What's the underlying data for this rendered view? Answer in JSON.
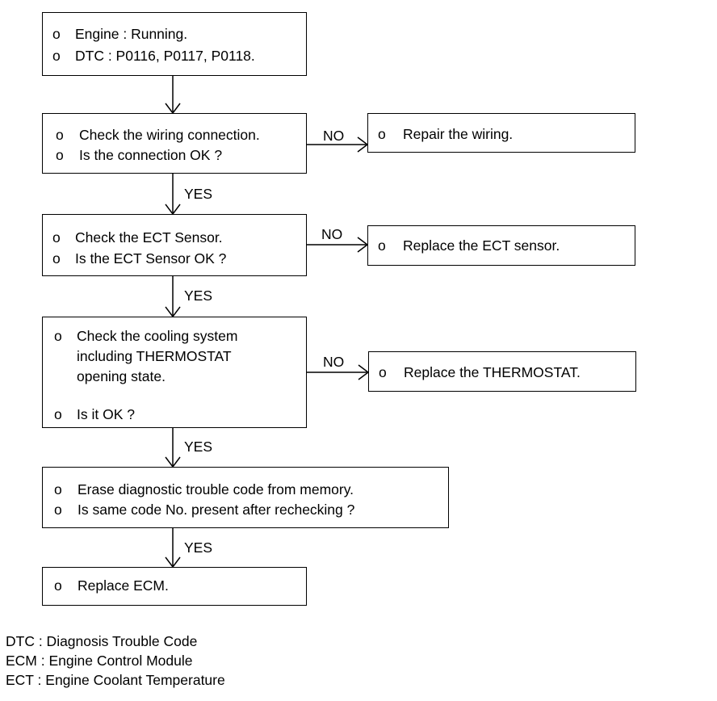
{
  "flow": {
    "start": {
      "lines": [
        "Engine : Running.",
        "DTC : P0116, P0117, P0118."
      ]
    },
    "step1": {
      "lines": [
        "Check the wiring connection.",
        "Is the connection OK ?"
      ],
      "no_action": "Repair the wiring."
    },
    "step2": {
      "lines": [
        "Check the ECT Sensor.",
        "Is the ECT Sensor OK ?"
      ],
      "no_action": "Replace the ECT sensor."
    },
    "step3": {
      "lines": [
        "Check the cooling system",
        "including THERMOSTAT",
        "opening state.",
        "Is it OK  ?"
      ],
      "no_action": "Replace the THERMOSTAT."
    },
    "step4": {
      "lines": [
        "Erase diagnostic trouble code from memory.",
        "Is same code No. present after rechecking ?"
      ]
    },
    "end": {
      "lines": [
        "Replace ECM."
      ]
    },
    "bullet": "o",
    "yes_label": "YES",
    "no_label": "NO"
  },
  "legend": [
    "DTC : Diagnosis Trouble Code",
    "ECM : Engine Control Module",
    "ECT : Engine Coolant Temperature"
  ]
}
